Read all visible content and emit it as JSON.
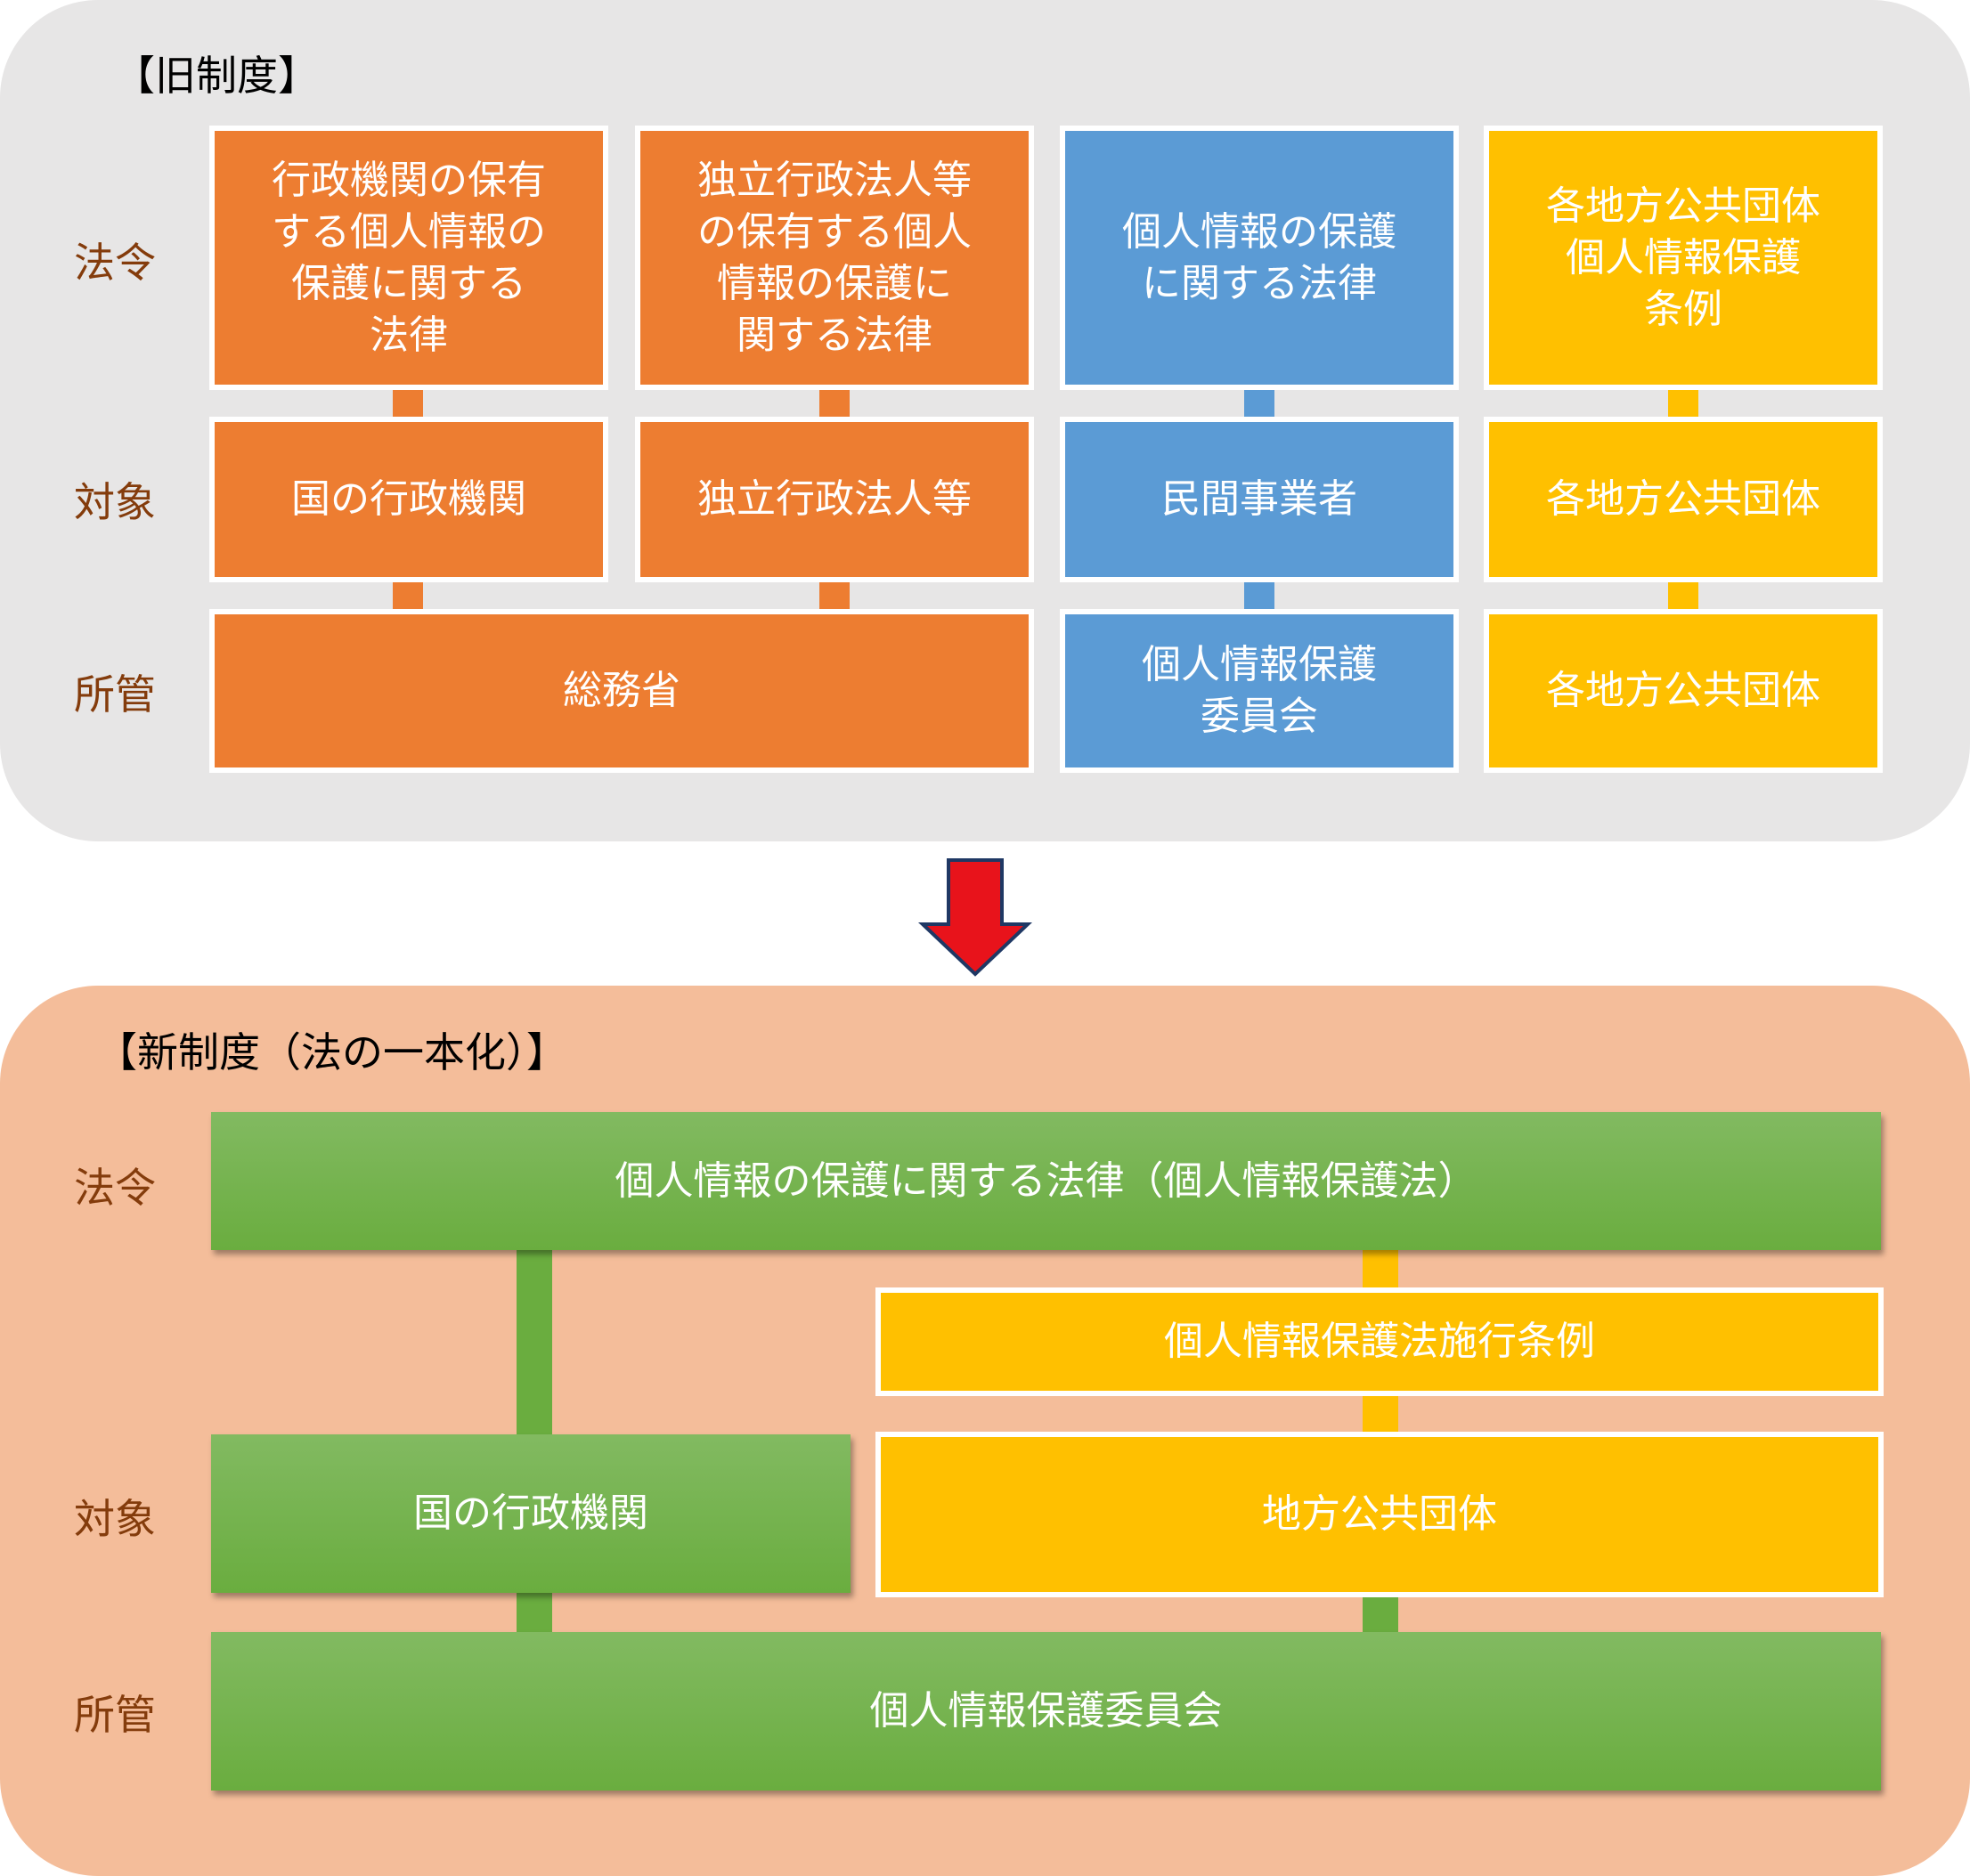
{
  "old_system": {
    "title": "【旧制度】",
    "row_labels": {
      "law": "法令",
      "target": "対象",
      "jurisdiction": "所管"
    },
    "laws": {
      "admin_agencies": [
        "行政機関の保有",
        "する個人情報の",
        "保護に関する",
        "法律"
      ],
      "independent_agencies": [
        "独立行政法人等",
        "の保有する個人",
        "情報の保護に",
        "関する法律"
      ],
      "private": [
        "個人情報の保護",
        "に関する法律"
      ],
      "local": [
        "各地方公共団体",
        "個人情報保護",
        "条例"
      ]
    },
    "targets": {
      "admin_agencies": "国の行政機関",
      "independent_agencies": "独立行政法人等",
      "private": "民間事業者",
      "local": "各地方公共団体"
    },
    "jurisdictions": {
      "mic": "総務省",
      "ppc": [
        "個人情報保護",
        "委員会"
      ],
      "local": "各地方公共団体"
    }
  },
  "new_system": {
    "title": "【新制度（法の一本化）】",
    "row_labels": {
      "law": "法令",
      "target": "対象",
      "jurisdiction": "所管"
    },
    "law": "個人情報の保護に関する法律（個人情報保護法）",
    "enforcement_ordinance": "個人情報保護法施行条例",
    "targets": {
      "admin_agencies": "国の行政機関",
      "local": "地方公共団体"
    },
    "jurisdiction": "個人情報保護委員会"
  },
  "colors": {
    "old_panel": "#e7e6e6",
    "new_panel": "#f4bd9a",
    "orange": "#ed7d31",
    "blue": "#5b9bd5",
    "yellow": "#ffc000",
    "green": "#70ad47",
    "label_brown": "#843c0c",
    "arrow_red": "#e8131b",
    "arrow_border": "#1f3864"
  }
}
